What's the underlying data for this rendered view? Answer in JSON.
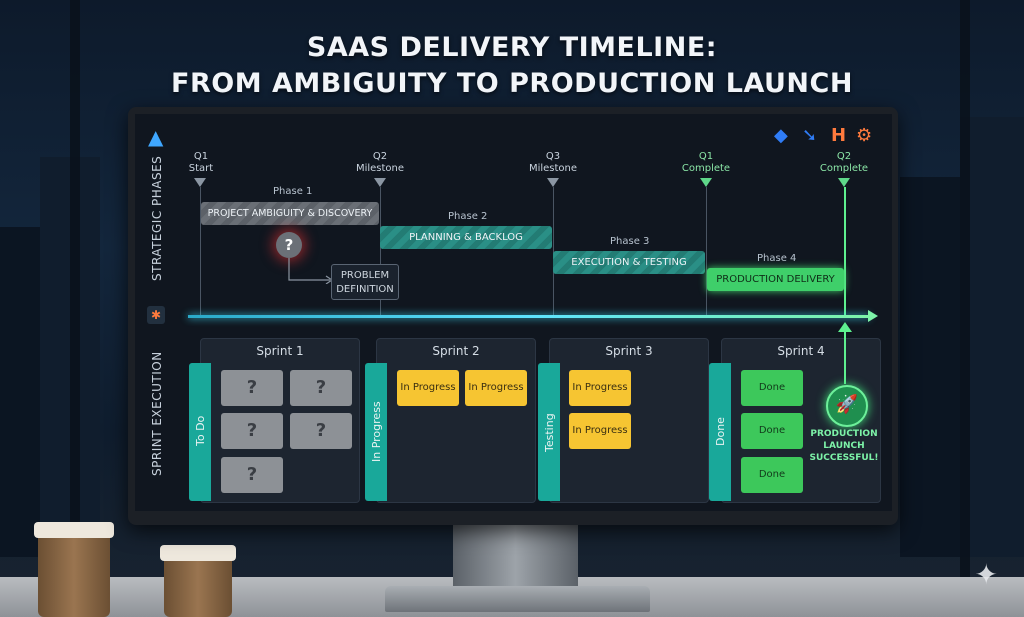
{
  "title": {
    "line1": "SAAS DELIVERY TIMELINE:",
    "line2": "FROM AMBIGUITY TO PRODUCTION LAUNCH"
  },
  "colors": {
    "accent_teal": "#19a89a",
    "timeline_glow": "#5ee3ff",
    "done_green": "#3dc85b",
    "in_progress_yellow": "#f6c532"
  },
  "side_labels": {
    "phases": "STRATEGIC PHASES",
    "execution": "SPRINT EXECUTION"
  },
  "brand_icons": [
    "jira-icon",
    "jira-arrow-icon",
    "harvest-icon",
    "hubspot-icon"
  ],
  "milestones": [
    {
      "q": "Q1",
      "label": "Start"
    },
    {
      "q": "Q2",
      "label": "Milestone"
    },
    {
      "q": "Q3",
      "label": "Milestone"
    },
    {
      "q": "Q1",
      "label": "Complete"
    },
    {
      "q": "Q2",
      "label": "Complete"
    }
  ],
  "phases": [
    {
      "label": "Phase 1",
      "bar": "PROJECT AMBIGUITY & DISCOVERY"
    },
    {
      "label": "Phase 2",
      "bar": "PLANNING & BACKLOG"
    },
    {
      "label": "Phase 3",
      "bar": "EXECUTION & TESTING"
    },
    {
      "label": "Phase 4",
      "bar": "PRODUCTION DELIVERY"
    }
  ],
  "question_mark": "?",
  "problem_box": {
    "line1": "PROBLEM",
    "line2": "DEFINITION"
  },
  "sprints": [
    {
      "title": "Sprint 1",
      "column": "To Do",
      "cards": [
        "?",
        "?",
        "?",
        "?",
        "?"
      ]
    },
    {
      "title": "Sprint 2",
      "column": "In Progress",
      "cards": [
        "In Progress",
        "In Progress"
      ]
    },
    {
      "title": "Sprint 3",
      "column": "Testing",
      "cards": [
        "In Progress",
        "In Progress"
      ]
    },
    {
      "title": "Sprint 4",
      "column": "Done",
      "cards": [
        "Done",
        "Done",
        "Done"
      ]
    }
  ],
  "launch": {
    "line1": "PRODUCTION",
    "line2": "LAUNCH",
    "line3": "SUCCESSFUL!"
  }
}
